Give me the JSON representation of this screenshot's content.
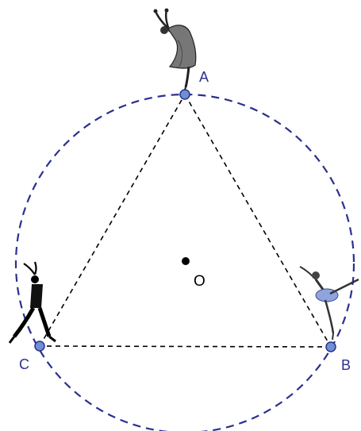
{
  "diagram": {
    "points": {
      "A": {
        "label": "A"
      },
      "B": {
        "label": "B"
      },
      "C": {
        "label": "C"
      },
      "O": {
        "label": "O"
      }
    },
    "figures": {
      "A": "dancer-in-grey-dress-icon",
      "B": "ballerina-in-tutu-icon",
      "C": "dancer-in-black-icon"
    },
    "colors": {
      "circle": "#2b2f8f",
      "point_fill": "#6f8fd0",
      "point_stroke": "#2b2f8f",
      "triangle": "#000000",
      "center": "#000000",
      "tutu": "#8fa3dc"
    }
  }
}
